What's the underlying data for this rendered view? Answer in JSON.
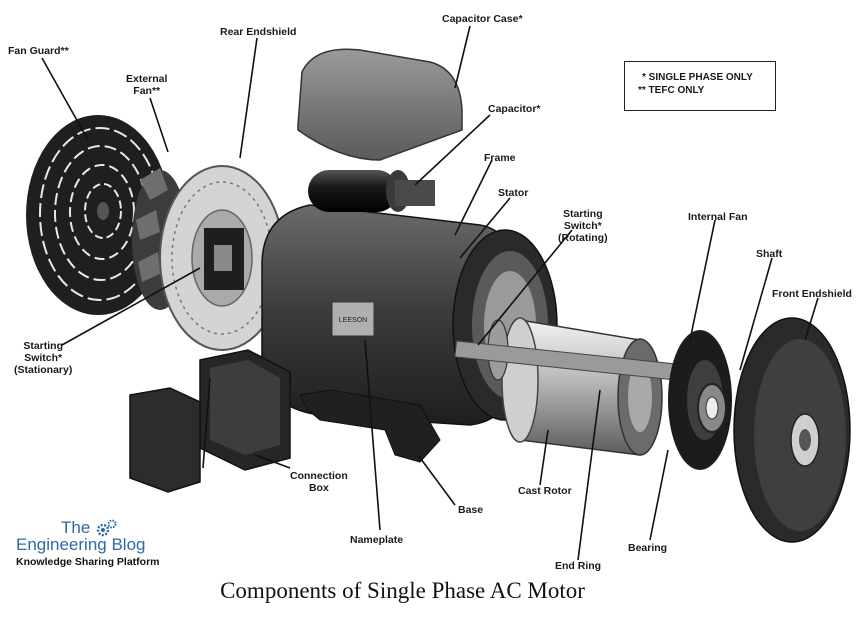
{
  "caption": "Components of Single Phase AC Motor",
  "legend": {
    "single_phase": "* SINGLE PHASE ONLY",
    "tefc": "** TEFC ONLY"
  },
  "labels": {
    "fan_guard": "Fan Guard**",
    "rear_endshield": "Rear Endshield",
    "capacitor_case": "Capacitor Case*",
    "external_fan_1": "External",
    "external_fan_2": "Fan**",
    "capacitor": "Capacitor*",
    "frame": "Frame",
    "stator": "Stator",
    "starting_switch_rot_1": "Starting",
    "starting_switch_rot_2": "Switch*",
    "starting_switch_rot_3": "(Rotating)",
    "internal_fan": "Internal Fan",
    "shaft": "Shaft",
    "front_endshield": "Front Endshield",
    "starting_switch_stat_1": "Starting",
    "starting_switch_stat_2": "Switch*",
    "starting_switch_stat_3": "(Stationary)",
    "connection_box_1": "Connection",
    "connection_box_2": "Box",
    "base": "Base",
    "cast_rotor": "Cast Rotor",
    "nameplate": "Nameplate",
    "end_ring": "End Ring",
    "bearing": "Bearing"
  },
  "nameplate_text": "LEESON",
  "blog": {
    "the": "The",
    "name": "Engineering Blog",
    "tagline": "Knowledge Sharing Platform"
  },
  "colors": {
    "metal_dark": "#2b2b2b",
    "metal_mid": "#5a5a5a",
    "metal_light": "#bdbdbd",
    "blog_blue": "#2f6aa6"
  }
}
